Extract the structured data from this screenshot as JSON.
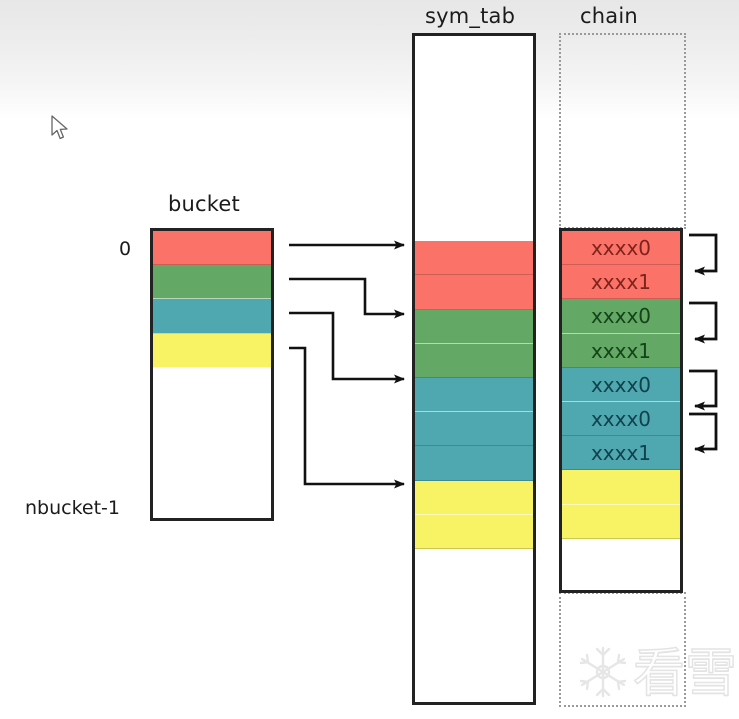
{
  "diagram": {
    "title_bucket": "bucket",
    "title_sym_tab": "sym_tab",
    "title_chain": "chain",
    "label_index_first": "0",
    "label_index_last": "nbucket-1"
  },
  "colors": {
    "red": "#FA7268",
    "green": "#63A864",
    "teal": "#4FA8B0",
    "yellow": "#F7F364",
    "frame": "#222222",
    "dotted": "#9A9A9A",
    "arrow": "#111111",
    "text": "#1B1B1B"
  },
  "bucket": {
    "cells": [
      {
        "color_key": "red",
        "label": ""
      },
      {
        "color_key": "green",
        "label": ""
      },
      {
        "color_key": "teal",
        "label": ""
      },
      {
        "color_key": "yellow",
        "label": ""
      }
    ],
    "empty_slots": 5
  },
  "sym_tab": {
    "leading_empty_slots": 6,
    "cells": [
      {
        "color_key": "red",
        "label": ""
      },
      {
        "color_key": "red",
        "label": ""
      },
      {
        "color_key": "green",
        "label": ""
      },
      {
        "color_key": "green",
        "label": ""
      },
      {
        "color_key": "teal",
        "label": ""
      },
      {
        "color_key": "teal",
        "label": ""
      },
      {
        "color_key": "teal",
        "label": ""
      },
      {
        "color_key": "yellow",
        "label": ""
      },
      {
        "color_key": "yellow",
        "label": ""
      }
    ],
    "trailing_empty_slots": 5
  },
  "chain": {
    "cells": [
      {
        "color_key": "red",
        "label": "xxxx0",
        "text_color": "#7E231C"
      },
      {
        "color_key": "red",
        "label": "xxxx1",
        "text_color": "#7E231C"
      },
      {
        "color_key": "green",
        "label": "xxxx0",
        "text_color": "#14431A"
      },
      {
        "color_key": "green",
        "label": "xxxx1",
        "text_color": "#14431A"
      },
      {
        "color_key": "teal",
        "label": "xxxx0",
        "text_color": "#10414C"
      },
      {
        "color_key": "teal",
        "label": "xxxx0",
        "text_color": "#10414C"
      },
      {
        "color_key": "teal",
        "label": "xxxx1",
        "text_color": "#10414C"
      },
      {
        "color_key": "yellow",
        "label": "",
        "text_color": "#5A5414"
      },
      {
        "color_key": "yellow",
        "label": "",
        "text_color": "#5A5414"
      }
    ],
    "trailing_empty_slots": 2
  },
  "watermark": {
    "text": "看雪",
    "icon": "snowflake-icon"
  }
}
